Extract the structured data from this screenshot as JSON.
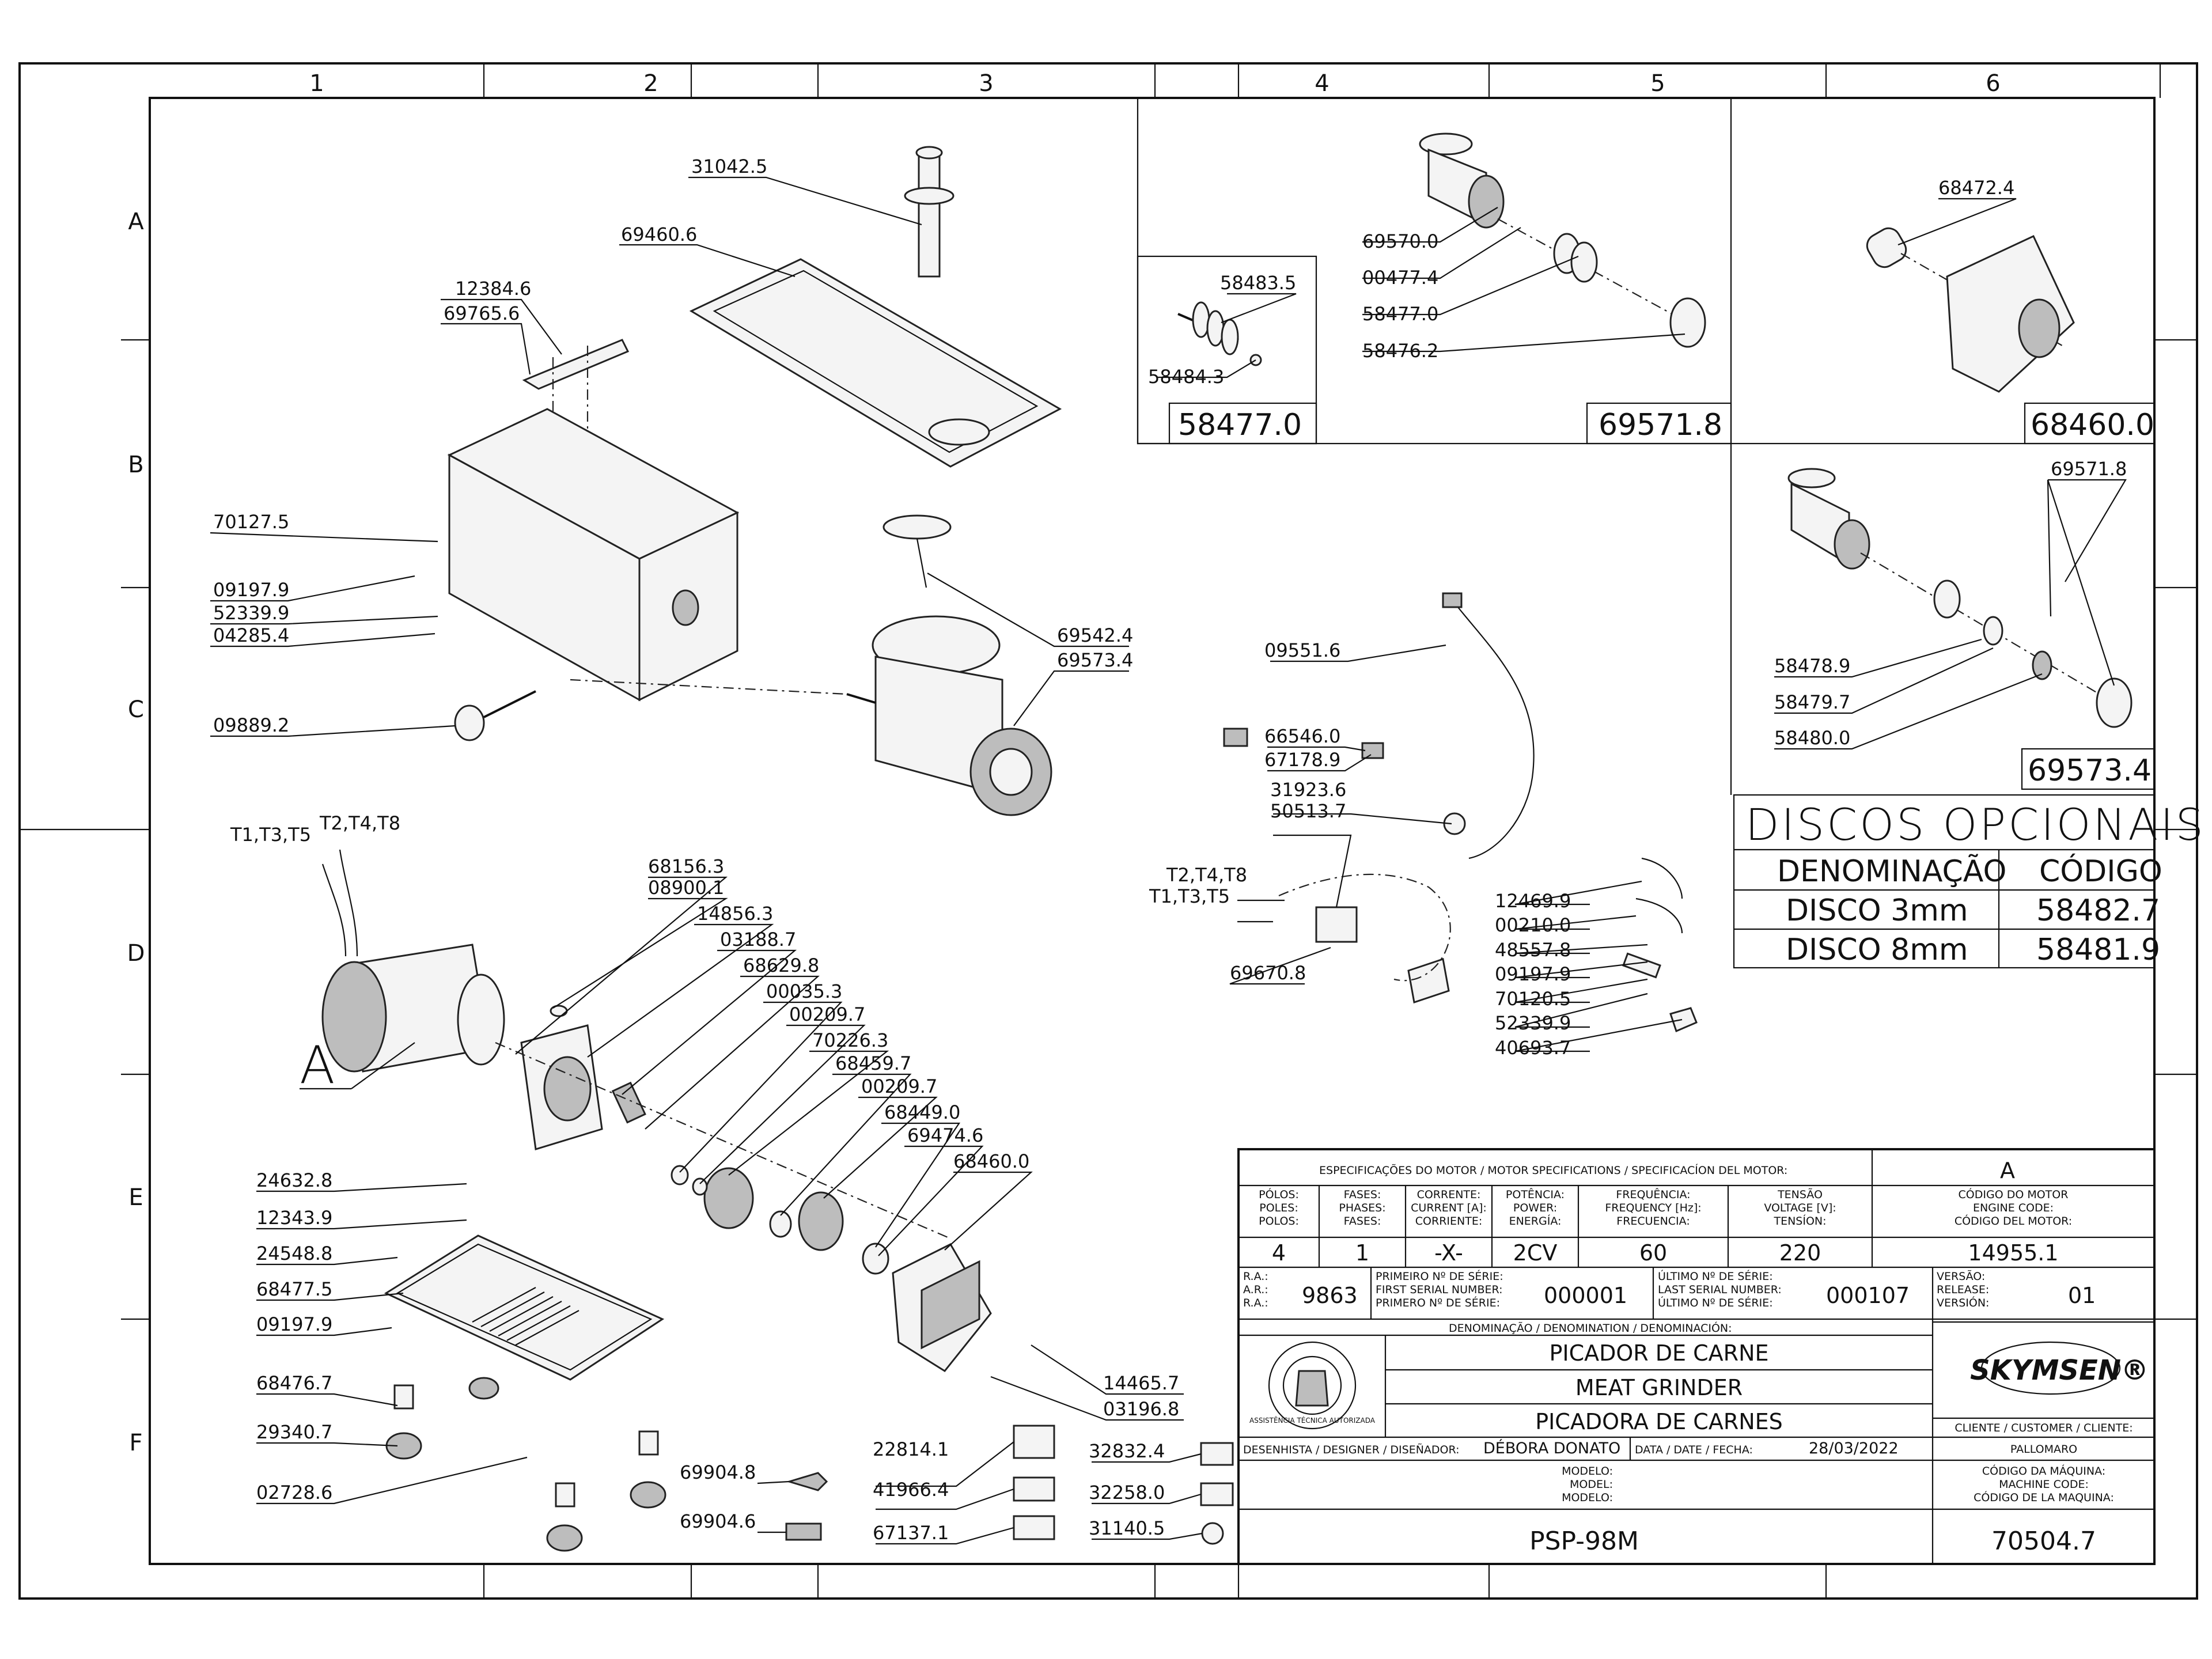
{
  "zones": {
    "columns": [
      "1",
      "2",
      "3",
      "4",
      "5",
      "6"
    ],
    "rows": [
      "A",
      "B",
      "C",
      "D",
      "E",
      "F"
    ]
  },
  "part_labels": [
    "31042.5",
    "69460.6",
    "12384.6",
    "69765.6",
    "70127.5",
    "09197.9",
    "52339.9",
    "04285.4",
    "09889.2",
    "69542.4",
    "69573.4",
    "T1,T3,T5",
    "T2,T4,T8",
    "68156.3",
    "08900.1",
    "14856.3",
    "03188.7",
    "68629.8",
    "00035.3",
    "00209.7",
    "70226.3",
    "68459.7",
    "00209.7",
    "68449.0",
    "69474.6",
    "68460.0",
    "24632.8",
    "12343.9",
    "24548.8",
    "68477.5",
    "09197.9",
    "68476.7",
    "29340.7",
    "02728.6",
    "14465.7",
    "03196.8",
    "22814.1",
    "41966.4",
    "67137.1",
    "32832.4",
    "32258.0",
    "31140.5",
    "69904.8",
    "69904.6",
    "58483.5",
    "58484.3",
    "69570.0",
    "00477.4",
    "58477.0",
    "58476.2",
    "68472.4",
    "69571.8",
    "58478.9",
    "58479.7",
    "58480.0",
    "09551.6",
    "66546.0",
    "67178.9",
    "31923.6",
    "50513.7",
    "T2,T4,T8",
    "T1,T3,T5",
    "12469.9",
    "00210.0",
    "48557.8",
    "09197.9",
    "70120.5",
    "52339.9",
    "40693.7",
    "69670.8"
  ],
  "detail_letter": "A",
  "detail_boxes": {
    "box1": "58477.0",
    "box2": "69571.8",
    "box3": "68460.0",
    "box4": "69573.4"
  },
  "optional_discs": {
    "title": "DISCOS OPCIONAIS",
    "headers": [
      "DENOMINAÇÃO",
      "CÓDIGO"
    ],
    "rows": [
      [
        "DISCO 3mm",
        "58482.7"
      ],
      [
        "DISCO 8mm",
        "58481.9"
      ]
    ]
  },
  "title_block": {
    "motor_spec_header": "ESPECIFICAÇÕES DO MOTOR / MOTOR SPECIFICATIONS / SPECIFICACÍON DEL MOTOR:",
    "motor_cols": [
      {
        "label": [
          "PÓLOS:",
          "POLES:",
          "POLOS:"
        ],
        "value": "4"
      },
      {
        "label": [
          "FASES:",
          "PHASES:",
          "FASES:"
        ],
        "value": "1"
      },
      {
        "label": [
          "CORRENTE:",
          "CURRENT [A]:",
          "CORRIENTE:"
        ],
        "value": "-X-"
      },
      {
        "label": [
          "POTÊNCIA:",
          "POWER:",
          "ENERGÍA:"
        ],
        "value": "2CV"
      },
      {
        "label": [
          "FREQUÊNCIA:",
          "FREQUENCY [Hz]:",
          "FRECUENCIA:"
        ],
        "value": "60"
      },
      {
        "label": [
          "TENSÃO",
          "VOLTAGE [V]:",
          "TENSÍON:"
        ],
        "value": "220"
      }
    ],
    "revision_letter": "A",
    "engine_code_label": [
      "CÓDIGO DO MOTOR",
      "ENGINE CODE:",
      "CÓDIGO DEL MOTOR:"
    ],
    "engine_code": "14955.1",
    "ra_label": [
      "R.A.:",
      "A.R.:",
      "R.A.:"
    ],
    "ra_value": "9863",
    "first_serial_label": [
      "PRIMEIRO Nº DE SÉRIE:",
      "FIRST SERIAL NUMBER:",
      "PRIMERO Nº DE SÉRIE:"
    ],
    "first_serial": "000001",
    "last_serial_label": [
      "ÚLTIMO Nº DE SÉRIE:",
      "LAST SERIAL NUMBER:",
      "ÚLTIMO Nº DE SÉRIE:"
    ],
    "last_serial": "000107",
    "version_label": [
      "VERSÃO:",
      "RELEASE:",
      "VERSIÓN:"
    ],
    "version": "01",
    "denomination_label": "DENOMINAÇÃO / DENOMINATION / DENOMINACIÓN:",
    "names": [
      "PICADOR DE CARNE",
      "MEAT GRINDER",
      "PICADORA DE CARNES"
    ],
    "seal_text": "ASSISTÊNCIA TÉCNICA AUTORIZADA",
    "brand": "SKYMSEN®",
    "customer_label": "CLIENTE / CUSTOMER / CLIENTE:",
    "customer": "PALLOMARO",
    "designer_label": "DESENHISTA / DESIGNER / DISEÑADOR:",
    "designer": "DÉBORA DONATO",
    "date_label": "DATA / DATE / FECHA:",
    "date": "28/03/2022",
    "model_label": [
      "MODELO:",
      "MODEL:",
      "MODELO:"
    ],
    "model": "PSP-98M",
    "machine_code_label": [
      "CÓDIGO DA MÁQUINA:",
      "MACHINE CODE:",
      "CÓDIGO DE LA MAQUINA:"
    ],
    "machine_code": "70504.7"
  }
}
